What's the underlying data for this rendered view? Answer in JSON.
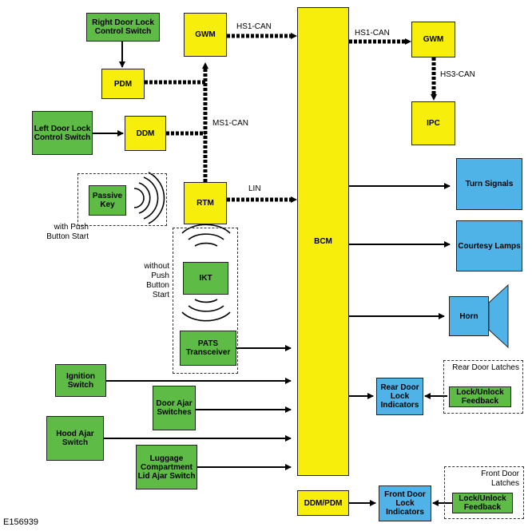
{
  "boxes": {
    "right_door_lock_switch": "Right Door Lock Control Switch",
    "gwm_left": "GWM",
    "pdm": "PDM",
    "left_door_lock_switch": "Left Door Lock Control Switch",
    "ddm": "DDM",
    "passive_key": "Passive Key",
    "rtm": "RTM",
    "ikt": "IKT",
    "pats": "PATS Transceiver",
    "bcm": "BCM",
    "gwm_right": "GWM",
    "ipc": "IPC",
    "turn_signals": "Turn Signals",
    "courtesy_lamps": "Courtesy Lamps",
    "horn": "Horn",
    "rear_door_lock_indicators": "Rear Door Lock Indicators",
    "rear_lock_feedback": "Lock/Unlock Feedback",
    "ignition_switch": "Ignition Switch",
    "door_ajar_switches": "Door Ajar Switches",
    "hood_ajar_switch": "Hood Ajar Switch",
    "luggage_switch": "Luggage Compartment Lid Ajar Switch",
    "ddm_pdm": "DDM/PDM",
    "front_door_lock_indicators": "Front Door Lock Indicators",
    "front_lock_feedback": "Lock/Unlock Feedback"
  },
  "labels": {
    "hs1_can_left": "HS1-CAN",
    "hs1_can_right": "HS1-CAN",
    "hs3_can": "HS3-CAN",
    "ms1_can": "MS1-CAN",
    "lin": "LIN",
    "with_push_button_start": "with Push Button Start",
    "without_push_button_start": "without Push Button Start",
    "rear_door_latches": "Rear Door Latches",
    "front_door_latches": "Front Door Latches",
    "figure_id": "E156939"
  },
  "colors": {
    "module_yellow": "#f7ee0b",
    "input_green": "#5dbb46",
    "output_blue": "#4fb3e8"
  }
}
